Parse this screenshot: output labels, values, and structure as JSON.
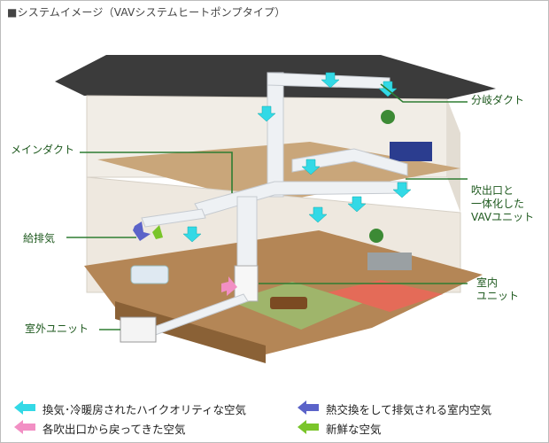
{
  "title": "■システムイメージ（VAVシステムヒートポンプタイプ）",
  "labels": {
    "branch_duct": "分岐ダクト",
    "main_duct": "メインダクト",
    "outlet_vav_line1": "吹出口と",
    "outlet_vav_line2": "一体化した",
    "outlet_vav_line3": "VAVユニット",
    "supply_exhaust": "給排気",
    "indoor_unit_line1": "室内",
    "indoor_unit_line2": "ユニット",
    "outdoor_unit": "室外ユニット"
  },
  "legend": [
    {
      "text": "換気･冷暖房されたハイクオリティな空気",
      "color": "#33d9e6"
    },
    {
      "text": "熱交換をして排気される室内空気",
      "color": "#5b63c9"
    },
    {
      "text": "各吹出口から戻ってきた空気",
      "color": "#f28fc4"
    },
    {
      "text": "新鮮な空気",
      "color": "#7ac52a"
    }
  ],
  "colors": {
    "leader_line": "#2e7d32",
    "roof": "#3b3b3b",
    "duct": "#eef1f4"
  }
}
